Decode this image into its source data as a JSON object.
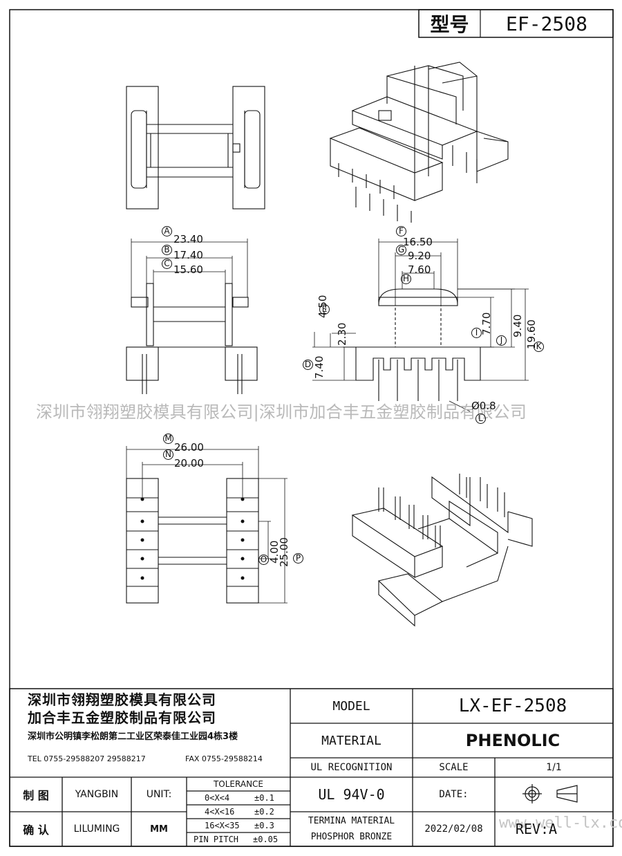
{
  "header": {
    "label": "型号",
    "model": "EF-2508"
  },
  "watermark": {
    "main": "深圳市翎翔塑胶模具有限公司|深圳市加合丰五金塑胶制品有限公司",
    "corner": "www.well-lx.com"
  },
  "dimensions": {
    "A": {
      "tag": "A",
      "value": "23.40"
    },
    "B": {
      "tag": "B",
      "value": "17.40"
    },
    "C": {
      "tag": "C",
      "value": "15.60"
    },
    "D": {
      "tag": "D",
      "value": "7.40"
    },
    "E": {
      "tag": "E",
      "value": "4.50"
    },
    "E2": {
      "value": "2.30"
    },
    "F": {
      "tag": "F",
      "value": "16.50"
    },
    "G": {
      "tag": "G",
      "value": "9.20"
    },
    "H": {
      "tag": "H",
      "value": "7.60"
    },
    "I": {
      "tag": "I",
      "value": "7.70"
    },
    "J": {
      "tag": "J",
      "value": "9.40"
    },
    "K": {
      "tag": "K",
      "value": "19.60"
    },
    "L": {
      "tag": "L",
      "value": "Ø0.8"
    },
    "M": {
      "tag": "M",
      "value": "26.00"
    },
    "N": {
      "tag": "N",
      "value": "20.00"
    },
    "O": {
      "tag": "O",
      "value": "4.00"
    },
    "P": {
      "tag": "P",
      "value": "25.00"
    }
  },
  "title_block": {
    "company1": "深圳市翎翔塑胶模具有限公司",
    "company2": "加合丰五金塑胶制品有限公司",
    "address": "深圳市公明镇李松朗第二工业区荣泰佳工业园4栋3楼",
    "tel": "TEL 0755-29588207 29588217",
    "fax": "FAX 0755-29588214",
    "model_label": "MODEL",
    "model_value": "LX-EF-2508",
    "material_label": "MATERIAL",
    "material_value": "PHENOLIC",
    "ul_label": "UL RECOGNITION",
    "ul_value": "UL 94V-0",
    "scale_label": "SCALE",
    "scale_value": "1/1",
    "date_label": "DATE:",
    "date_value": "2022/02/08",
    "rev": "REV:A",
    "terminal_line1": "TERMINA MATERIAL",
    "terminal_line2": "PHOSPHOR BRONZE",
    "drawn_label": "制 图",
    "drawn_by": "YANGBIN",
    "checked_label": "确 认",
    "checked_by": "LILUMING",
    "unit_label": "UNIT:",
    "unit_value": "MM",
    "tolerance_title": "TOLERANCE",
    "tolerances": [
      {
        "range": "0<X<4",
        "tol": "±0.1"
      },
      {
        "range": "4<X<16",
        "tol": "±0.2"
      },
      {
        "range": "16<X<35",
        "tol": "±0.3"
      },
      {
        "range": "PIN PITCH",
        "tol": "±0.05"
      }
    ]
  }
}
